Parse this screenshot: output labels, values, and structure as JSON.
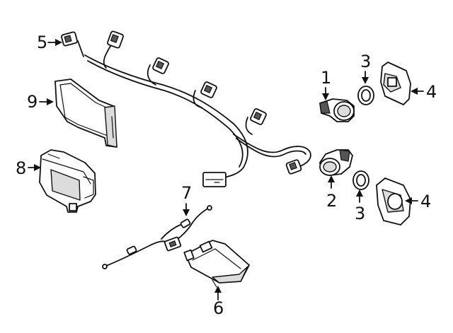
{
  "callouts": {
    "c1": "1",
    "c2": "2",
    "c3a": "3",
    "c3b": "3",
    "c4a": "4",
    "c4b": "4",
    "c5": "5",
    "c6": "6",
    "c7": "7",
    "c8": "8",
    "c9": "9"
  },
  "colors": {
    "line": "#111111",
    "shade": "#dcdcdc"
  }
}
